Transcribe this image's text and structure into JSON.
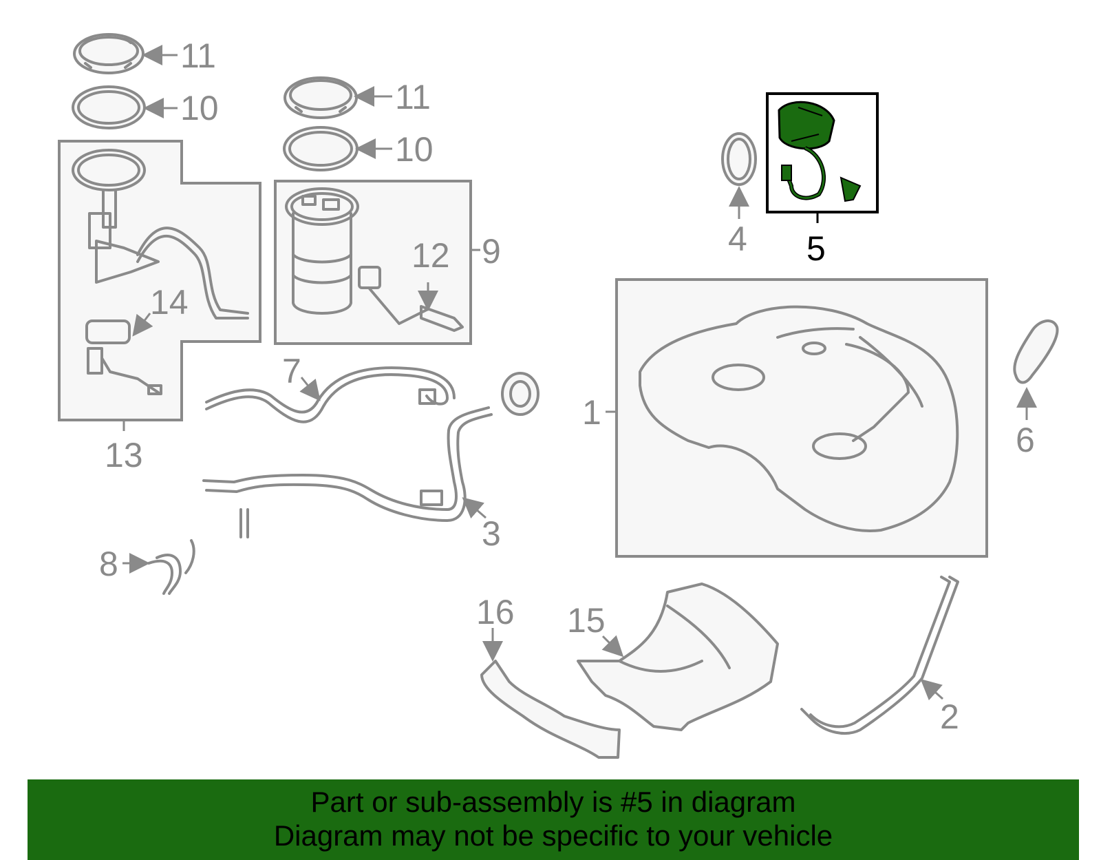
{
  "labels": {
    "l1": "1",
    "l2": "2",
    "l3": "3",
    "l4": "4",
    "l5": "5",
    "l6": "6",
    "l7": "7",
    "l8": "8",
    "l9": "9",
    "l10a": "10",
    "l10b": "10",
    "l11a": "11",
    "l11b": "11",
    "l12": "12",
    "l13": "13",
    "l14": "14",
    "l15": "15",
    "l16": "16"
  },
  "highlight_color": "#1a6b10",
  "banner": {
    "line1": "Part or sub-assembly is #5 in diagram",
    "line2": "Diagram may not be specific to your vehicle"
  }
}
